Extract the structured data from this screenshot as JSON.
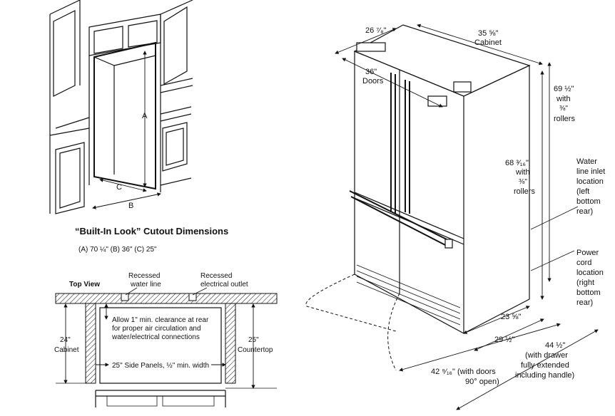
{
  "cutout": {
    "title": "“Built-In Look” Cutout Dimensions",
    "dimensions": "(A) 70 ¼\"   (B) 36\"   (C) 25\"",
    "label_a": "A",
    "label_b": "B",
    "label_c": "C"
  },
  "top_view": {
    "title": "Top View",
    "water_line": [
      "Recessed",
      "water line"
    ],
    "electrical_outlet": [
      "Recessed",
      "electrical outlet"
    ],
    "clearance_note": [
      "Allow 1\" min. clearance at rear",
      "for proper air circulation and",
      "water/electrical connections"
    ],
    "cabinet_depth": [
      "24\"",
      "Cabinet"
    ],
    "countertop_depth": [
      "25\"",
      "Countertop"
    ],
    "side_panels": "25\" Side Panels, ½\" min. width"
  },
  "fridge": {
    "depth_top": "26 ⁷⁄₈\"",
    "cabinet_width": [
      "35 ⅝\"",
      "Cabinet"
    ],
    "doors_width": [
      "36\"",
      "Doors"
    ],
    "height_with_rollers_1": [
      "69 ½\"",
      "with",
      "⅜\"",
      "rollers"
    ],
    "height_with_rollers_2": [
      "68 ³⁄₁₆\"",
      "with",
      "⅜\"",
      "rollers"
    ],
    "water_line_inlet": [
      "Water",
      "line inlet",
      "location",
      "(left",
      "bottom",
      "rear)"
    ],
    "power_cord": [
      "Power",
      "cord",
      "location",
      "(right",
      "bottom",
      "rear)"
    ],
    "depth_1": "23 ⅝\"",
    "depth_2": "29 ½\"",
    "doors_open": [
      "42 ⁹⁄₁₆\" (with doors",
      "90° open)"
    ],
    "drawer_extended": [
      "44 ½\"",
      "(with drawer",
      "fully extended",
      "including handle)"
    ]
  }
}
